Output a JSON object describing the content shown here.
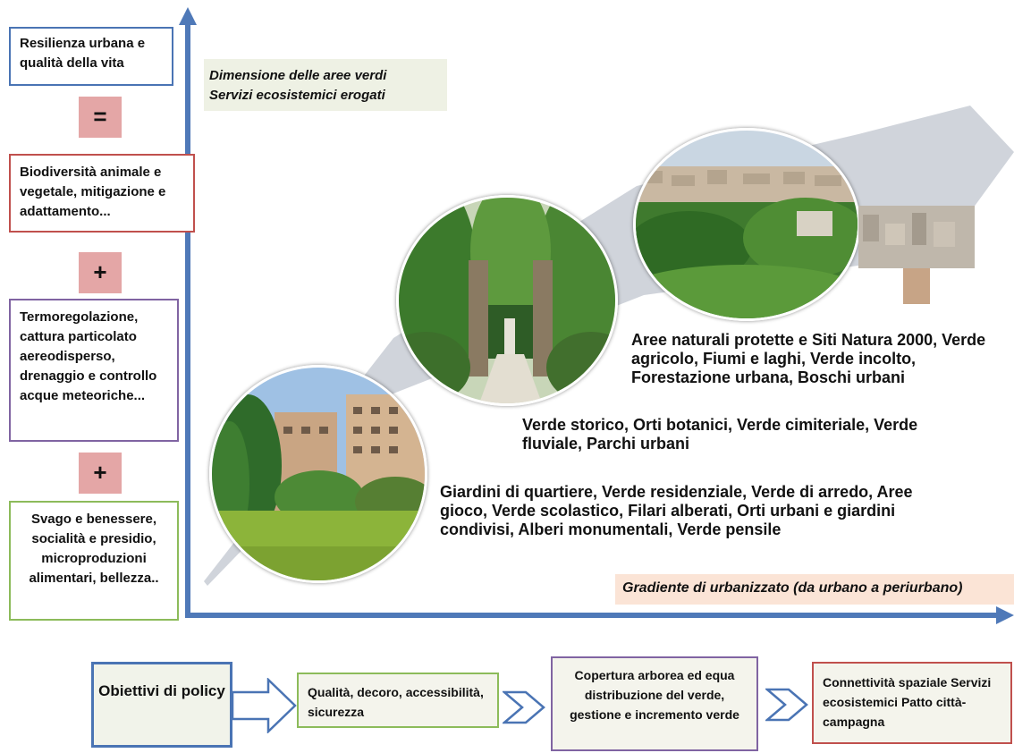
{
  "left_column": {
    "result_box": "Resilienza urbana e qualità della vita",
    "equals_sign": "=",
    "box_biodiversity": "Biodiversità animale e vegetale, mitigazione e adattamento...",
    "plus_sign_1": "+",
    "box_thermoregulation": "Termoregolazione, cattura particolato aereodisperso, drenaggio e controllo acque meteoriche...",
    "plus_sign_2": "+",
    "box_wellbeing": "Svago e benessere, socialità e presidio, microproduzioni alimentari, bellezza.."
  },
  "axes": {
    "y_label_line1": "Dimensione delle aree verdi",
    "y_label_line2": "Servizi ecosistemici erogati",
    "x_label": "Gradiente di urbanizzato (da urbano a periurbano)"
  },
  "categories": {
    "level1": "Giardini di quartiere, Verde residenziale, Verde di arredo, Aree gioco, Verde scolastico, Filari alberati, Orti urbani e giardini condivisi, Alberi monumentali, Verde pensile",
    "level2": "Verde storico, Orti botanici, Verde cimiteriale, Verde fluviale, Parchi urbani",
    "level3": "Aree naturali protette e Siti Natura 2000, Verde agricolo, Fiumi e laghi, Verde incolto, Forestazione urbana, Boschi urbani"
  },
  "policy_row": {
    "objectives": "Obiettivi di policy",
    "step1": "Qualità, decoro, accessibilità, sicurezza",
    "step2": "Copertura arborea ed equa distribuzione del verde, gestione e incremento verde",
    "step3": "Connettività spaziale Servizi ecosistemici Patto città-campagna"
  },
  "colors": {
    "axis_blue": "#4f79b8",
    "box_blue": "#4a74b4",
    "box_red": "#c0504d",
    "box_purple": "#8064a2",
    "box_green": "#8cbb5a",
    "operator_pink": "#e4a6a6",
    "y_label_bg": "#eef1e4",
    "x_label_bg": "#fbe4d6",
    "arrow_grey": "#c6cbd4"
  }
}
